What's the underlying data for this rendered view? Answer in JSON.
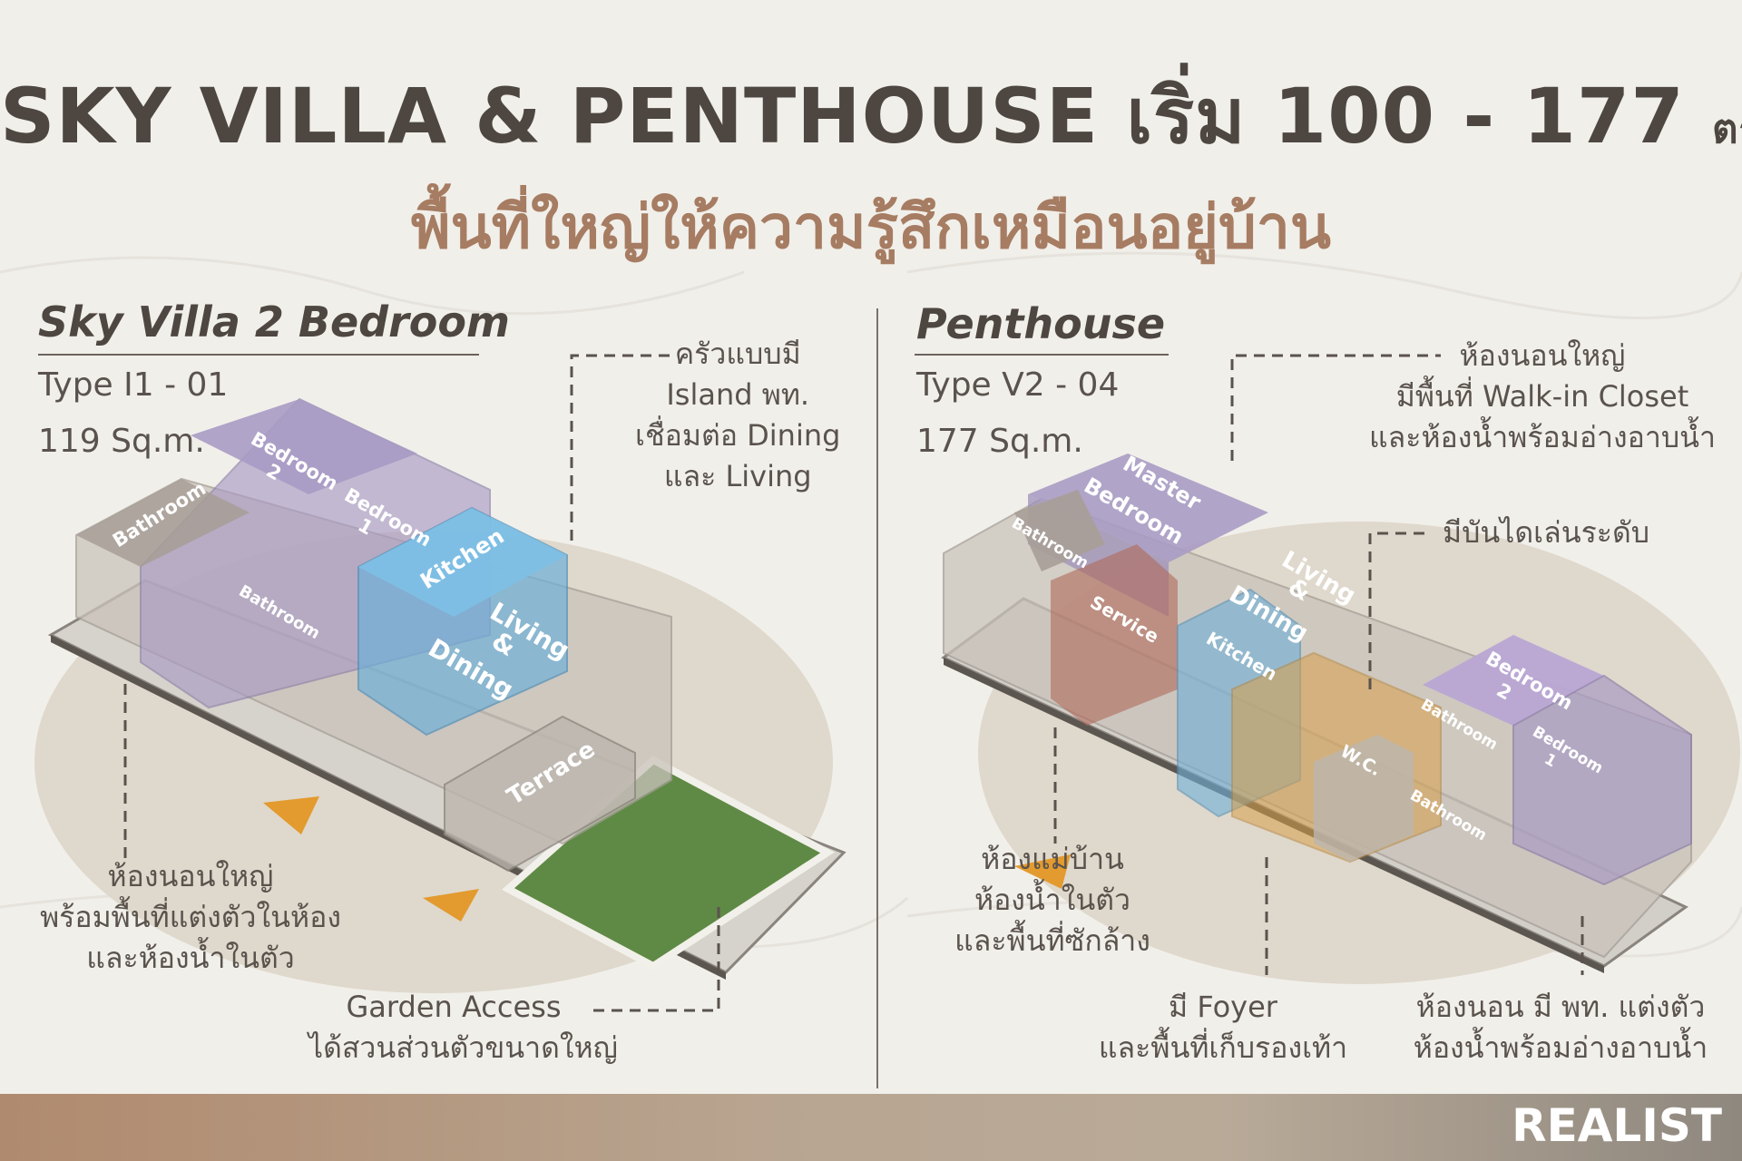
{
  "header": {
    "title_main": "SKY VILLA & PENTHOUSE เริ่ม 100 - 177",
    "title_unit": "ตร.ม.",
    "subtitle": "พื้นที่ใหญ่ให้ความรู้สึกเหมือนอยู่บ้าน"
  },
  "left_plan": {
    "title": "Sky Villa 2 Bedroom",
    "type": "Type I1 - 01",
    "area": "119 Sq.m.",
    "rooms": {
      "bedroom2_a": "Bedroom",
      "bedroom2_b": "2",
      "bathroom_top": "Bathroom",
      "bedroom1_a": "Bedroom",
      "bedroom1_b": "1",
      "kitchen": "Kitchen",
      "living_a": "Living",
      "living_b": "&",
      "living_c": "Dining",
      "bathroom_mid": "Bathroom",
      "terrace": "Terrace"
    },
    "notes": {
      "kitchen": [
        "ครัวแบบมี",
        "Island พท.",
        "เชื่อมต่อ Dining",
        "และ Living"
      ],
      "bedroom": [
        "ห้องนอนใหญ่",
        "พร้อมพื้นที่แต่งตัวในห้อง",
        "และห้องน้ำในตัว"
      ],
      "garden": [
        "Garden Access",
        "ได้สวนส่วนตัวขนาดใหญ่"
      ]
    }
  },
  "right_plan": {
    "title": "Penthouse",
    "type": "Type V2 - 04",
    "area": "177 Sq.m.",
    "rooms": {
      "master_a": "Master",
      "master_b": "Bedroom",
      "bathroom_left": "Bathroom",
      "service": "Service",
      "kitchen": "Kitchen",
      "living_a": "Living",
      "living_b": "&",
      "living_c": "Dining",
      "bedroom2_a": "Bedroom",
      "bedroom2_b": "2",
      "bathroom_mid": "Bathroom",
      "bedroom1_a": "Bedroom",
      "bedroom1_b": "1",
      "wc": "W.C.",
      "bathroom_low": "Bathroom"
    },
    "notes": {
      "master": [
        "ห้องนอนใหญ่",
        "มีพื้นที่ Walk-in Closet",
        "และห้องน้ำพร้อมอ่างอาบน้ำ"
      ],
      "stairs": [
        "มีบันไดเล่นระดับ"
      ],
      "maid": [
        "ห้องแม่บ้าน",
        "ห้องน้ำในตัว",
        "และพื้นที่ซักล้าง"
      ],
      "foyer": [
        "มี Foyer",
        "และพื้นที่เก็บรองเท้า"
      ],
      "bedroom": [
        "ห้องนอน มี พท. แต่งตัว",
        "ห้องน้ำพร้อมอ่างอาบน้ำ"
      ]
    }
  },
  "footer": {
    "brand": "REALIST"
  },
  "colors": {
    "purple": "#a99bc4",
    "blue": "#6fb0d8",
    "green": "#5f8a45",
    "red": "#b0695a",
    "orange": "#d9a04a",
    "arrow": "#e39a2e",
    "title": "#4e4741",
    "subtitle": "#a67c62"
  }
}
